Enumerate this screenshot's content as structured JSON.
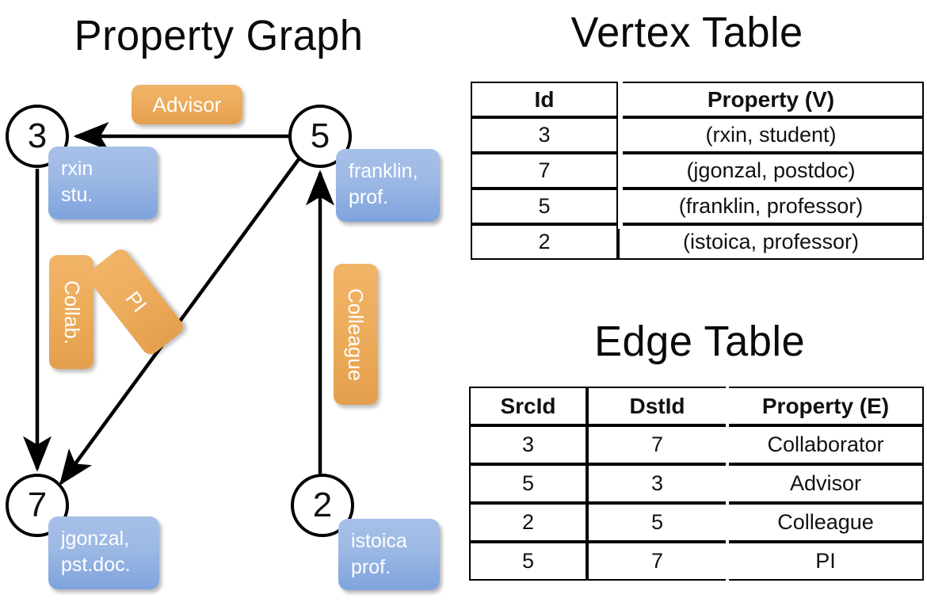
{
  "titles": {
    "graph": "Property Graph",
    "vertex": "Vertex Table",
    "edge": "Edge Table"
  },
  "graph": {
    "nodes": [
      {
        "id": "3",
        "property": "rxin\nstu."
      },
      {
        "id": "5",
        "property": "franklin,\nprof."
      },
      {
        "id": "7",
        "property": "jgonzal,\npst.doc."
      },
      {
        "id": "2",
        "property": "istoica\nprof."
      }
    ],
    "node_labels": {
      "n3": "3",
      "n5": "5",
      "n7": "7",
      "n2": "2"
    },
    "vertex_boxes": {
      "rxin_line1": "rxin",
      "rxin_line2": "stu.",
      "franklin_line1": "franklin,",
      "franklin_line2": "prof.",
      "jgonzal_line1": "jgonzal,",
      "jgonzal_line2": "pst.doc.",
      "istoica_line1": "istoica",
      "istoica_line2": "prof."
    },
    "edge_labels": {
      "advisor": "Advisor",
      "collab": "Collab.",
      "pi": "PI",
      "colleague": "Colleague"
    },
    "edges": [
      {
        "from": "5",
        "to": "3",
        "label": "Advisor"
      },
      {
        "from": "3",
        "to": "7",
        "label": "Collab."
      },
      {
        "from": "5",
        "to": "7",
        "label": "PI"
      },
      {
        "from": "2",
        "to": "5",
        "label": "Colleague"
      }
    ]
  },
  "vertex_table": {
    "headers": [
      "Id",
      "Property (V)"
    ],
    "rows": [
      [
        "3",
        "(rxin, student)"
      ],
      [
        "7",
        "(jgonzal, postdoc)"
      ],
      [
        "5",
        "(franklin, professor)"
      ],
      [
        "2",
        "(istoica, professor)"
      ]
    ]
  },
  "edge_table": {
    "headers": [
      "SrcId",
      "DstId",
      "Property (E)"
    ],
    "rows": [
      [
        "3",
        "7",
        "Collaborator"
      ],
      [
        "5",
        "3",
        "Advisor"
      ],
      [
        "2",
        "5",
        "Colleague"
      ],
      [
        "5",
        "7",
        "PI"
      ]
    ]
  },
  "colors": {
    "vertex_header_fill": "#c8d7ee",
    "edge_header_fill": "#f6ddc0",
    "vertex_box": "#8fb0e2",
    "edge_box": "#eeae5e",
    "stroke": "#000000",
    "background": "#ffffff"
  }
}
